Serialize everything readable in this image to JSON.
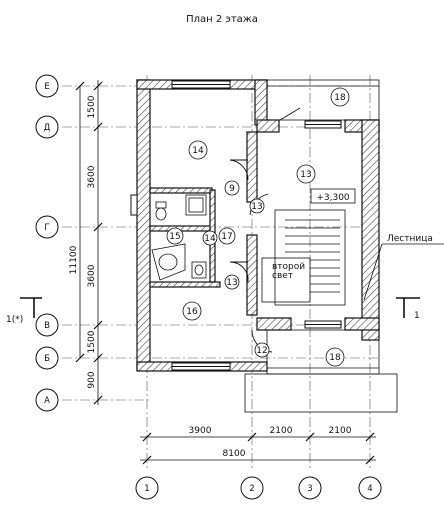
{
  "title": "План 2 этажа",
  "axes_rows": [
    "Е",
    "Д",
    "Г",
    "В",
    "Б",
    "А"
  ],
  "axes_cols": [
    "1",
    "2",
    "3",
    "4"
  ],
  "dims_vertical": [
    "1500",
    "3600",
    "3600",
    "1500",
    "900"
  ],
  "dim_total_vertical": "11100",
  "dims_horizontal": [
    "3900",
    "2100",
    "2100"
  ],
  "dim_total_horizontal": "8100",
  "rooms": [
    "18",
    "14",
    "13",
    "9",
    "13",
    "15",
    "14",
    "17",
    "13",
    "16",
    "12",
    "18"
  ],
  "level_mark": "+3,300",
  "void_label_1": "второй",
  "void_label_2": "свет",
  "stair_label": "Лестница",
  "section_mark": "1(*)",
  "section_mark_right": "1"
}
